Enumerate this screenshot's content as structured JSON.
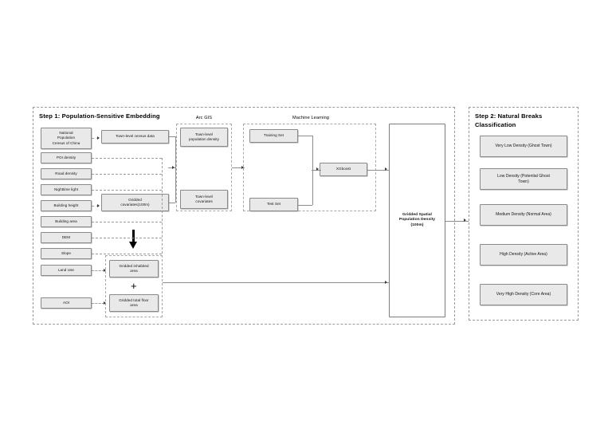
{
  "figure": {
    "type": "flowchart",
    "background": "#ffffff",
    "node_fill": "#e9e9e9",
    "node_border": "#8a8a8a",
    "connector_color": "#8d8d8d",
    "arrow_color": "#000000"
  },
  "step1": {
    "title": "Step 1:  Population-Sensitive Embedding",
    "inputs": [
      {
        "label": "National\nPopulation\nCensus of China"
      },
      {
        "label": "POI density"
      },
      {
        "label": "Road density"
      },
      {
        "label": "Nighttime light"
      },
      {
        "label": "Building height"
      },
      {
        "label": "Building area"
      },
      {
        "label": "DEM"
      },
      {
        "label": "Slope"
      },
      {
        "label": "Land Use"
      },
      {
        "label": "AOI"
      }
    ],
    "intermediate": [
      {
        "label": "Town-level census data"
      },
      {
        "label": "Gridded\ncovariates(100m)"
      }
    ],
    "embedding_group": {
      "nodes": [
        {
          "label": "Gridded inhabited\narea"
        },
        {
          "label": "Gridded total floor\narea"
        }
      ],
      "operator": "+"
    },
    "arcgis": {
      "title": "Arc GIS",
      "nodes": [
        {
          "label": "Town-level\npopulation density"
        },
        {
          "label": "Town-level\ncovariates"
        }
      ]
    },
    "machine_learning": {
      "title": "Machine Learning",
      "nodes": [
        {
          "label": "Training Set"
        },
        {
          "label": "Test Set"
        },
        {
          "label": "XGboost"
        }
      ]
    },
    "output": {
      "label": "Gridded Spatial\nPopulation Density\n(100m)"
    }
  },
  "step2": {
    "title": "Step 2:  Natural Breaks\nClassification",
    "classes": [
      {
        "label": "Very Low Density (Ghost Town)"
      },
      {
        "label": "Low Density (Potential Ghost\nTown)"
      },
      {
        "label": "Medium Density (Normal Area)"
      },
      {
        "label": "High Density (Active Area)"
      },
      {
        "label": "Very High Density (Core Area)"
      }
    ]
  }
}
